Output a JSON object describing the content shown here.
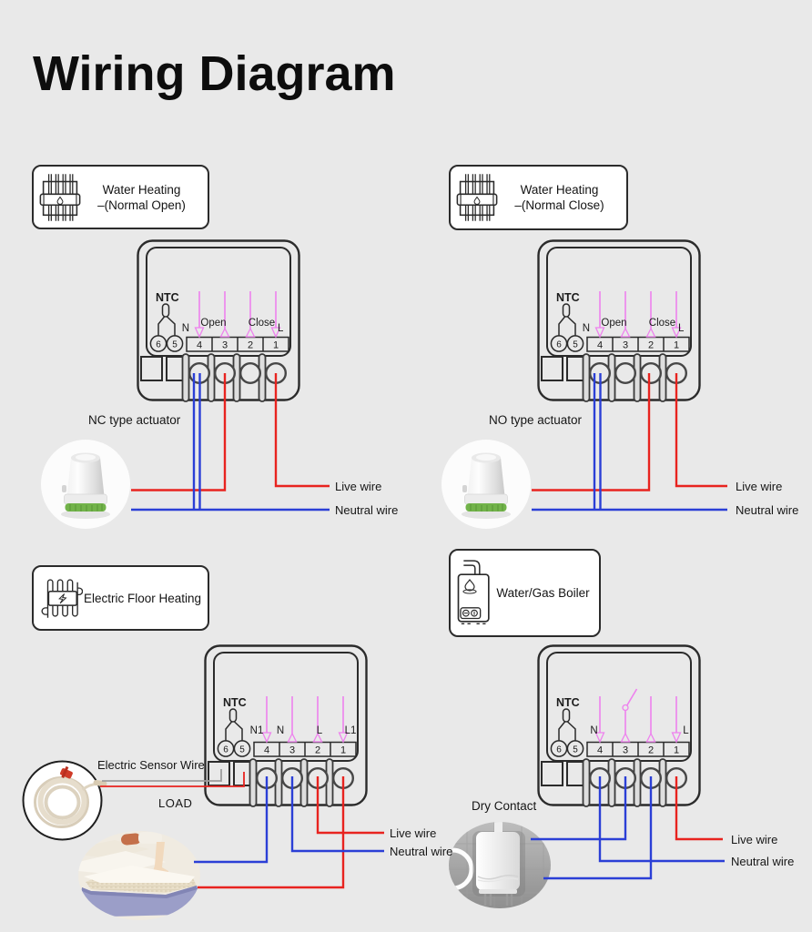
{
  "title": "Wiring Diagram",
  "colors": {
    "background": "#e9e9e9",
    "outline": "#2b2b2b",
    "panel_box_bg": "#ffffff",
    "wire_live": "#e8231f",
    "wire_neutral": "#2b3fd6",
    "wire_signal": "#ee82ee",
    "wire_sensor": "#9c9c9c",
    "actuator_ring_green": "#72b34a",
    "floor_slab_purple": "#9b9ec8"
  },
  "icons": {
    "water_heating": "heating-manifold-icon",
    "electric_floor_heating": "floor-heating-coil-icon",
    "water_gas_boiler": "gas-boiler-icon"
  },
  "shared_device": {
    "ntc_label": "NTC",
    "sensor_terminals": [
      "6",
      "5"
    ],
    "terminals": [
      "4",
      "3",
      "2",
      "1"
    ]
  },
  "panels": [
    {
      "box_title_line1": "Water Heating",
      "box_title_line2": "–(Normal Open)",
      "terminal_labels": {
        "n": "N",
        "open": "Open",
        "close": "Close",
        "l": "L"
      },
      "caption": "NC type actuator",
      "live_label": "Live wire",
      "neutral_label": "Neutral wire"
    },
    {
      "box_title_line1": "Water Heating",
      "box_title_line2": "–(Normal Close)",
      "terminal_labels": {
        "n": "N",
        "open": "Open",
        "close": "Close",
        "l": "L"
      },
      "caption": "NO type actuator",
      "live_label": "Live wire",
      "neutral_label": "Neutral wire"
    },
    {
      "box_title": "Electric Floor Heating",
      "terminal_labels": {
        "n1": "N1",
        "n": "N",
        "l": "L",
        "l1": "L1"
      },
      "sensor_caption": "Electric Sensor Wire",
      "load_caption": "LOAD",
      "live_label": "Live wire",
      "neutral_label": "Neutral wire"
    },
    {
      "box_title": "Water/Gas Boiler",
      "terminal_labels": {
        "n": "N",
        "l": "L"
      },
      "caption": "Dry Contact",
      "live_label": "Live wire",
      "neutral_label": "Neutral wire"
    }
  ]
}
